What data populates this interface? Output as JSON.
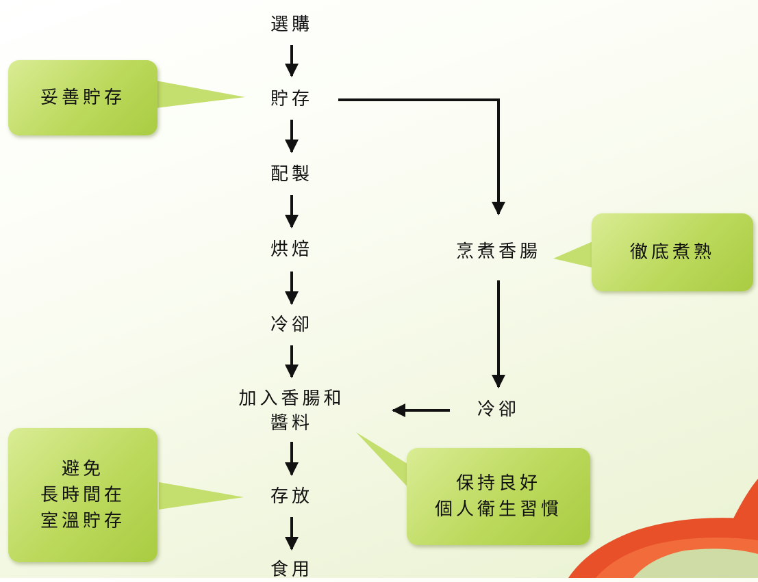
{
  "flow": {
    "select": "選購",
    "store": "貯存",
    "prepare": "配製",
    "bake": "烘焙",
    "cool": "冷卻",
    "add_sausage_line1": "加入香腸和",
    "add_sausage_line2": "醬料",
    "keep": "存放",
    "eat": "食用",
    "cook_sausage": "烹煮香腸",
    "cool_sausage": "冷卻"
  },
  "callouts": {
    "proper_storage": "妥善貯存",
    "cook_thoroughly": "徹底煮熟",
    "avoid_line1": "避免",
    "avoid_line2": "長時間在",
    "avoid_line3": "室溫貯存",
    "hygiene_line1": "保持良好",
    "hygiene_line2": "個人衛生習慣"
  },
  "colors": {
    "arrow": "#111111",
    "callout_green": "#bcd95c",
    "background": "#f2f7e1",
    "tomato": "#e8502a"
  }
}
